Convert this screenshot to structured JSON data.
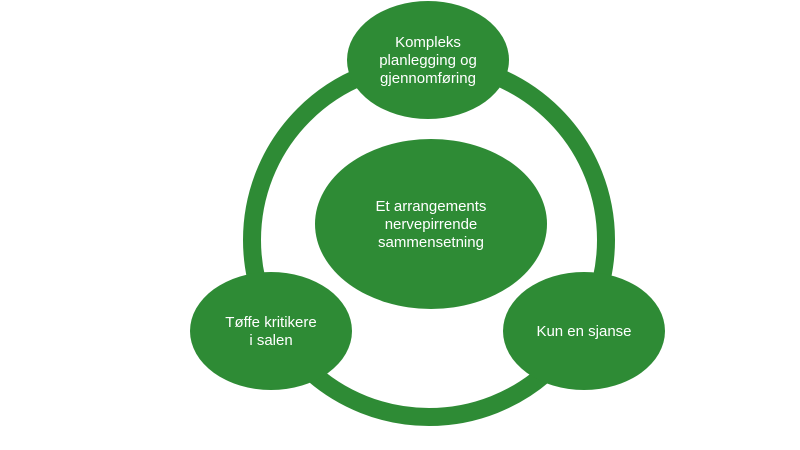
{
  "diagram": {
    "type": "cycle",
    "colors": {
      "ring": "#2e8b35",
      "node_fill": "#2e8b35",
      "label_text": "#ffffff",
      "background": "#ffffff"
    },
    "center": {
      "lines": [
        "Et arrangements",
        "nervepirrende",
        "sammensetning"
      ]
    },
    "nodes": [
      {
        "name": "node-top",
        "lines": [
          "Kompleks",
          "planlegging og",
          "gjennomføring"
        ]
      },
      {
        "name": "node-right",
        "lines": [
          "Kun en sjanse"
        ]
      },
      {
        "name": "node-left",
        "lines": [
          "Tøffe kritikere",
          "i salen"
        ]
      }
    ]
  }
}
